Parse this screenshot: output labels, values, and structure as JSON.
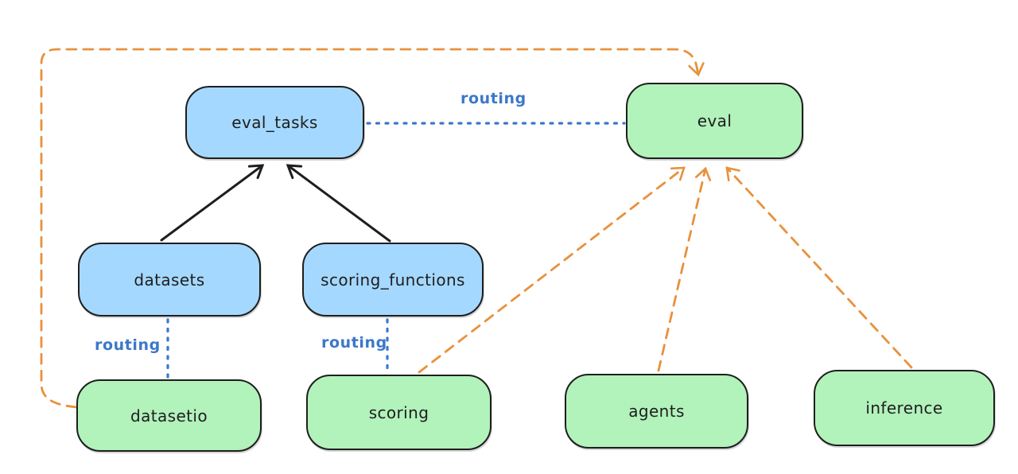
{
  "diagram": {
    "nodes": [
      {
        "id": "eval_tasks",
        "label": "eval_tasks",
        "fill": "blue"
      },
      {
        "id": "eval",
        "label": "eval",
        "fill": "green"
      },
      {
        "id": "datasets",
        "label": "datasets",
        "fill": "blue"
      },
      {
        "id": "scoring_functions",
        "label": "scoring_functions",
        "fill": "blue"
      },
      {
        "id": "datasetio",
        "label": "datasetio",
        "fill": "green"
      },
      {
        "id": "scoring",
        "label": "scoring",
        "fill": "green"
      },
      {
        "id": "agents",
        "label": "agents",
        "fill": "green"
      },
      {
        "id": "inference",
        "label": "inference",
        "fill": "green"
      }
    ],
    "edges": [
      {
        "from": "datasets",
        "to": "eval_tasks",
        "style": "solid",
        "color": "black",
        "arrow": true,
        "label": ""
      },
      {
        "from": "scoring_functions",
        "to": "eval_tasks",
        "style": "solid",
        "color": "black",
        "arrow": true,
        "label": ""
      },
      {
        "from": "eval_tasks",
        "to": "eval",
        "style": "dotted",
        "color": "blue",
        "arrow": false,
        "label": "routing"
      },
      {
        "from": "datasets",
        "to": "datasetio",
        "style": "dotted",
        "color": "blue",
        "arrow": false,
        "label": "routing"
      },
      {
        "from": "scoring_functions",
        "to": "scoring",
        "style": "dotted",
        "color": "blue",
        "arrow": false,
        "label": "routing"
      },
      {
        "from": "datasetio",
        "to": "eval",
        "style": "dashed",
        "color": "orange",
        "arrow": true,
        "label": ""
      },
      {
        "from": "scoring",
        "to": "eval",
        "style": "dashed",
        "color": "orange",
        "arrow": true,
        "label": ""
      },
      {
        "from": "agents",
        "to": "eval",
        "style": "dashed",
        "color": "orange",
        "arrow": true,
        "label": ""
      },
      {
        "from": "inference",
        "to": "eval",
        "style": "dashed",
        "color": "orange",
        "arrow": true,
        "label": ""
      }
    ],
    "colors": {
      "blue_fill": "#a5d8ff",
      "green_fill": "#b2f2bb",
      "stroke": "#1e1e1e",
      "orange_accent": "#e8913c",
      "routing_blue": "#3b78c9",
      "background": "#ffffff"
    }
  }
}
